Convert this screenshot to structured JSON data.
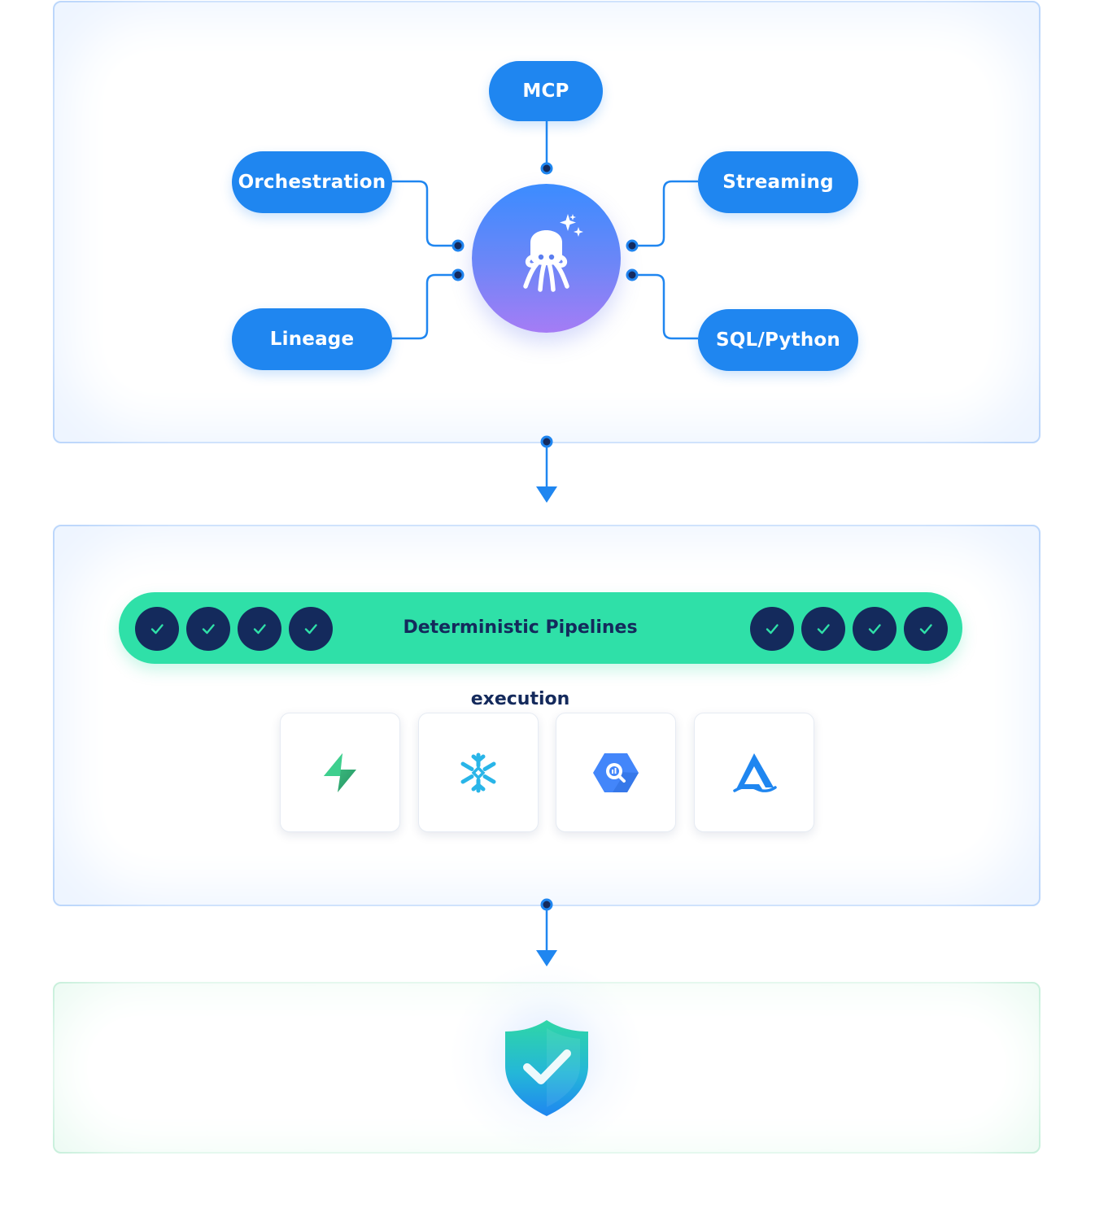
{
  "diagram": {
    "hub": {
      "icon": "octopus-mascot-sparkle-icon"
    },
    "nodes": {
      "mcp": "MCP",
      "orchestration": "Orchestration",
      "lineage": "Lineage",
      "streaming": "Streaming",
      "sqlpython": "SQL/Python"
    },
    "pipeline": {
      "label": "Deterministic Pipelines execution",
      "left_checks": 4,
      "right_checks": 4,
      "check_icon": "checkmark-icon"
    },
    "engines": [
      {
        "icon": "supabase-bolt-icon"
      },
      {
        "icon": "snowflake-icon"
      },
      {
        "icon": "bigquery-icon"
      },
      {
        "icon": "athena-icon"
      }
    ],
    "result": {
      "icon": "shield-check-icon"
    }
  },
  "colors": {
    "node_blue": "#1f86f0",
    "connector": "#1f86f0",
    "dot": "#142a5c",
    "pipeline_green": "#2fe0a8",
    "check_navy": "#142a5c",
    "panel_border": "#bcd7fb",
    "result_border": "#c4efd9"
  }
}
